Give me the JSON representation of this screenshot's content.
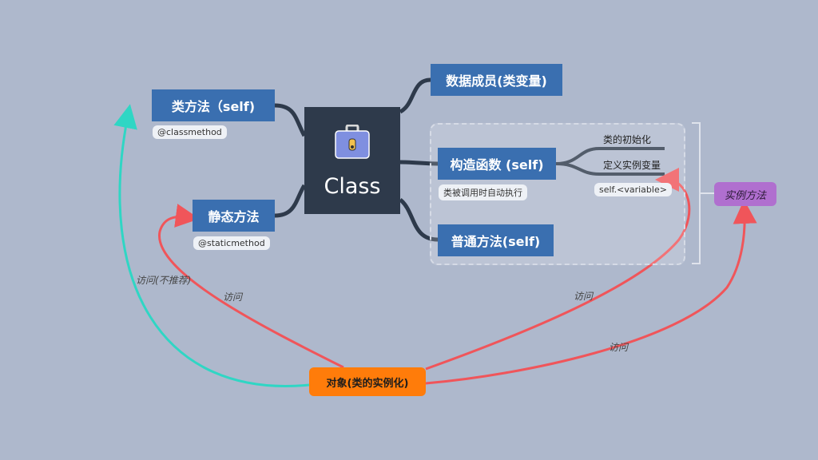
{
  "center": {
    "label": "Class",
    "icon": "briefcase-icon"
  },
  "nodes": {
    "class_method": {
      "label": "类方法（self)",
      "tag": "@classmethod"
    },
    "static_method": {
      "label": "静态方法",
      "tag": "@staticmethod"
    },
    "data_member": {
      "label": "数据成员(类变量)"
    },
    "constructor": {
      "label": "构造函数 (self)",
      "tag": "类被调用时自动执行"
    },
    "normal_method": {
      "label": "普通方法(self)"
    }
  },
  "constructor_children": {
    "init": "类的初始化",
    "define_var": "定义实例变量",
    "self_var": "self.<variable>"
  },
  "instance_method": "实例方法",
  "object": "对象(类的实例化)",
  "edge_labels": {
    "access_not_recommended": "访问(不推荐)",
    "access_static": "访问",
    "access_constructor": "访问",
    "access_instance": "访问"
  },
  "colors": {
    "background": "#aeb8cc",
    "node": "#3a6fb0",
    "center": "#2e3a4b",
    "object": "#ff7c0a",
    "instance_tag": "#b06fcf",
    "arrow_red": "#f0555a",
    "arrow_cyan": "#2fd6c4",
    "connector": "#2e3a4b"
  }
}
